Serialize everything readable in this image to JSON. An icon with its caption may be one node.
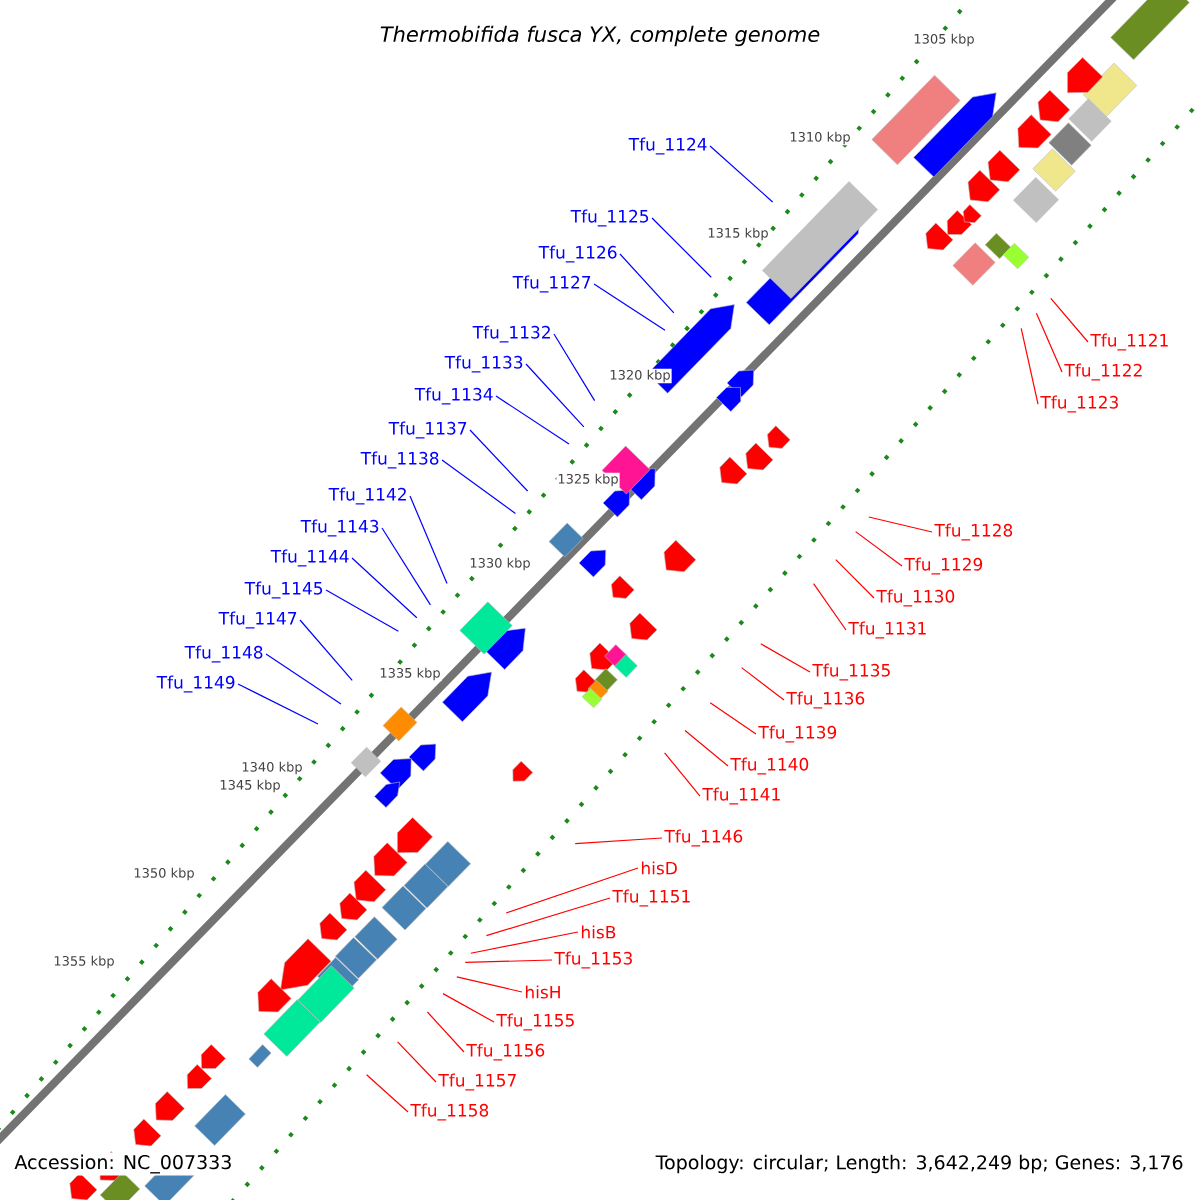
{
  "diagram": {
    "title": "*Thermobifida fusca YX, complete genome*",
    "nodes": [
      {
        "text": [
          "Tfu_1124"
        ]
      },
      {
        "text": [
          "Tfu_1125"
        ]
      },
      {
        "text": [
          "Tfu_1126"
        ]
      },
      {
        "text": [
          "Tfu_1127"
        ]
      },
      {
        "text": [
          "Tfu_1132"
        ]
      },
      {
        "text": [
          "Tfu_1133"
        ]
      },
      {
        "text": [
          "Tfu_1134"
        ]
      },
      {
        "text": [
          "Tfu_1137"
        ]
      },
      {
        "text": [
          "Tfu_1138"
        ]
      },
      {
        "text": [
          "Tfu_1142"
        ]
      },
      {
        "text": [
          "Tfu_1143"
        ]
      },
      {
        "text": [
          "Tfu_1144"
        ]
      },
      {
        "text": [
          "Tfu_1145"
        ]
      },
      {
        "text": [
          "Tfu_1147"
        ]
      },
      {
        "text": [
          "Tfu_1148"
        ]
      },
      {
        "text": [
          "Tfu_1149"
        ]
      },
      {
        "text": [
          "Tfu_1121"
        ]
      },
      {
        "text": [
          "Tfu_1122"
        ]
      },
      {
        "text": [
          "Tfu_1123"
        ]
      },
      {
        "text": [
          "Tfu_1128"
        ]
      },
      {
        "text": [
          "Tfu_1129"
        ]
      },
      {
        "text": [
          "Tfu_1130"
        ]
      },
      {
        "text": [
          "Tfu_1131"
        ]
      },
      {
        "text": [
          "Tfu_1135"
        ]
      },
      {
        "text": [
          "Tfu_1136"
        ]
      },
      {
        "text": [
          "Tfu_1139"
        ]
      },
      {
        "text": [
          "Tfu_1140"
        ]
      },
      {
        "text": [
          "Tfu_1141"
        ]
      },
      {
        "text": [
          "Tfu_1146"
        ]
      },
      {
        "text": [
          "hisD"
        ]
      },
      {
        "text": [
          "Tfu_1151"
        ]
      },
      {
        "text": [
          "hisB"
        ]
      },
      {
        "text": [
          "Tfu_1153"
        ]
      },
      {
        "text": [
          "hisH"
        ]
      },
      {
        "text": [
          "Tfu_1155"
        ]
      },
      {
        "text": [
          "Tfu_1156"
        ]
      },
      {
        "text": [
          "Tfu_1157"
        ]
      },
      {
        "text": [
          "Tfu_1158"
        ]
      }
    ],
    "edges": [
      {
        "from": 0,
        "to": null,
        "arrow": "none",
        "color": "#0000ff"
      },
      {
        "from": 1,
        "to": null,
        "arrow": "none",
        "color": "#0000ff"
      },
      {
        "from": 2,
        "to": null,
        "arrow": "none",
        "color": "#0000ff"
      },
      {
        "from": 3,
        "to": null,
        "arrow": "none",
        "color": "#0000ff"
      },
      {
        "from": 4,
        "to": null,
        "arrow": "none",
        "color": "#0000ff"
      },
      {
        "from": 5,
        "to": null,
        "arrow": "none",
        "color": "#0000ff"
      },
      {
        "from": 6,
        "to": null,
        "arrow": "none",
        "color": "#0000ff"
      },
      {
        "from": 7,
        "to": null,
        "arrow": "none",
        "color": "#0000ff"
      },
      {
        "from": 8,
        "to": null,
        "arrow": "none",
        "color": "#0000ff"
      },
      {
        "from": 9,
        "to": null,
        "arrow": "none",
        "color": "#0000ff"
      },
      {
        "from": 10,
        "to": null,
        "arrow": "none",
        "color": "#0000ff"
      },
      {
        "from": 11,
        "to": null,
        "arrow": "none",
        "color": "#0000ff"
      },
      {
        "from": 12,
        "to": null,
        "arrow": "none",
        "color": "#0000ff"
      },
      {
        "from": 13,
        "to": null,
        "arrow": "none",
        "color": "#0000ff"
      },
      {
        "from": 14,
        "to": null,
        "arrow": "none",
        "color": "#0000ff"
      },
      {
        "from": 15,
        "to": null,
        "arrow": "none",
        "color": "#0000ff"
      },
      {
        "from": 16,
        "to": null,
        "arrow": "none"
      },
      {
        "from": 17,
        "to": null,
        "arrow": "none"
      },
      {
        "from": 18,
        "to": null,
        "arrow": "none"
      },
      {
        "from": 19,
        "to": null,
        "arrow": "none"
      },
      {
        "from": 20,
        "to": null,
        "arrow": "none"
      },
      {
        "from": 21,
        "to": null,
        "arrow": "none"
      },
      {
        "from": 22,
        "to": null,
        "arrow": "none"
      },
      {
        "from": 23,
        "to": null,
        "arrow": "none"
      },
      {
        "from": 24,
        "to": null,
        "arrow": "none"
      },
      {
        "from": 25,
        "to": null,
        "arrow": "none"
      },
      {
        "from": 26,
        "to": null,
        "arrow": "none"
      },
      {
        "from": 27,
        "to": null,
        "arrow": "none"
      },
      {
        "from": 28,
        "to": null,
        "arrow": "none"
      },
      {
        "from": 29,
        "to": null,
        "arrow": "none"
      },
      {
        "from": 30,
        "to": null,
        "arrow": "none"
      },
      {
        "from": 31,
        "to": null,
        "arrow": "none"
      },
      {
        "from": 32,
        "to": null,
        "arrow": "none"
      },
      {
        "from": 33,
        "to": null,
        "arrow": "none"
      },
      {
        "from": 34,
        "to": null,
        "arrow": "none"
      },
      {
        "from": 35,
        "to": null,
        "arrow": "none"
      },
      {
        "from": 36,
        "to": null,
        "arrow": "none"
      },
      {
        "from": 37,
        "to": null,
        "arrow": "none"
      }
    ],
    "labels": [
      "1305 kbp",
      "1310 kbp",
      "1315 kbp",
      "1320 kbp",
      "1325 kbp",
      "1330 kbp",
      "1335 kbp",
      "1340 kbp",
      "1345 kbp",
      "1350 kbp",
      "1355 kbp",
      "Accession: NC_007333",
      "Topology: circular; Length: 3,642,249 bp; Genes: 3,176"
    ]
  }
}
